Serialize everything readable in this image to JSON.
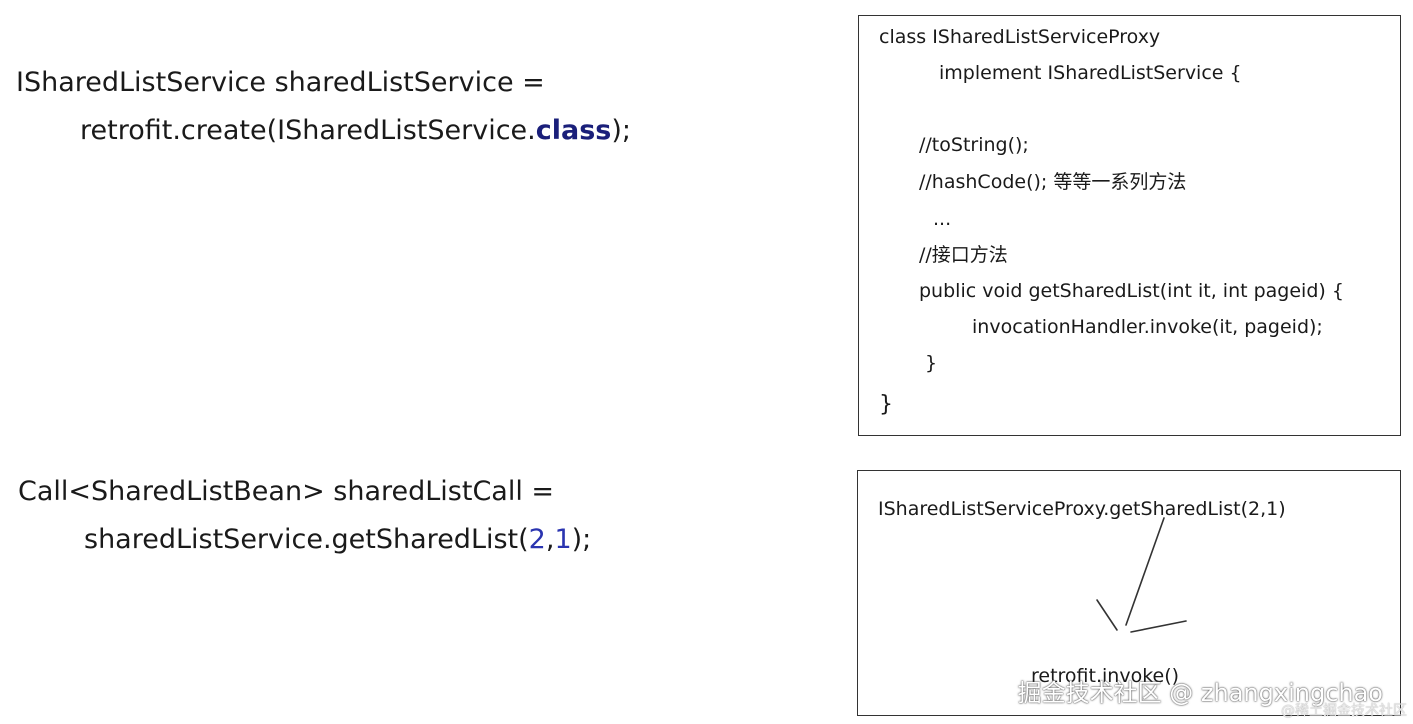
{
  "left": {
    "line1": "ISharedListService sharedListService =",
    "line2_prefix": "retrofit.create(ISharedListService.",
    "line2_keyword": "class",
    "line2_suffix": ");",
    "line3": "Call<SharedListBean> sharedListCall =",
    "line4_prefix": "sharedListService.getSharedList(",
    "line4_arg1": "2",
    "line4_sep": ",",
    "line4_arg2": "1",
    "line4_suffix": ");"
  },
  "proxy_box": {
    "lines": [
      "class ISharedListServiceProxy",
      "implement ISharedListService {",
      "//toString();",
      "//hashCode(); 等等一系列方法",
      "...",
      "//接口方法",
      "public void getSharedList(int it, int pageid) {",
      "invocationHandler.invoke(it, pageid);",
      "}",
      "}"
    ]
  },
  "call_box": {
    "top": "ISharedListServiceProxy.getSharedList(2,1)",
    "bottom": "retrofit.invoke()"
  },
  "watermark": {
    "main": "掘金技术社区 @ zhangxingchao",
    "sub": "@稀土掘金技术社区"
  }
}
